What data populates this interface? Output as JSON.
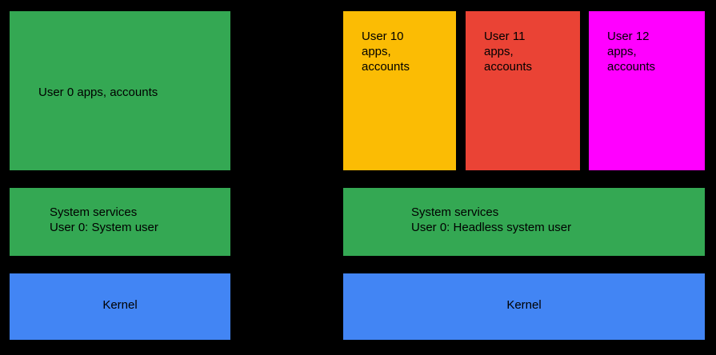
{
  "diagram": {
    "type": "block-diagram",
    "background_color": "#000000",
    "text_color": "#000000",
    "palette": {
      "green": "#34a853",
      "blue": "#4285f4",
      "yellow": "#fbbc04",
      "red": "#ea4335",
      "magenta": "#ff00ff"
    },
    "left": {
      "name": "system-user-is-full-user",
      "user_apps": {
        "label": "User 0 apps, accounts",
        "color": "#34a853"
      },
      "system_services": {
        "label": "System services\nUser 0: System user",
        "color": "#34a853"
      },
      "kernel": {
        "label": "Kernel",
        "color": "#4285f4"
      }
    },
    "right": {
      "name": "headless-system-user",
      "user_columns": [
        {
          "label": "User 10\napps,\naccounts",
          "color": "#fbbc04"
        },
        {
          "label": "User 11\napps,\naccounts",
          "color": "#ea4335"
        },
        {
          "label": "User 12\napps,\naccounts",
          "color": "#ff00ff"
        }
      ],
      "system_services": {
        "label": "System services\nUser 0: Headless system user",
        "color": "#34a853"
      },
      "kernel": {
        "label": "Kernel",
        "color": "#4285f4"
      }
    }
  }
}
